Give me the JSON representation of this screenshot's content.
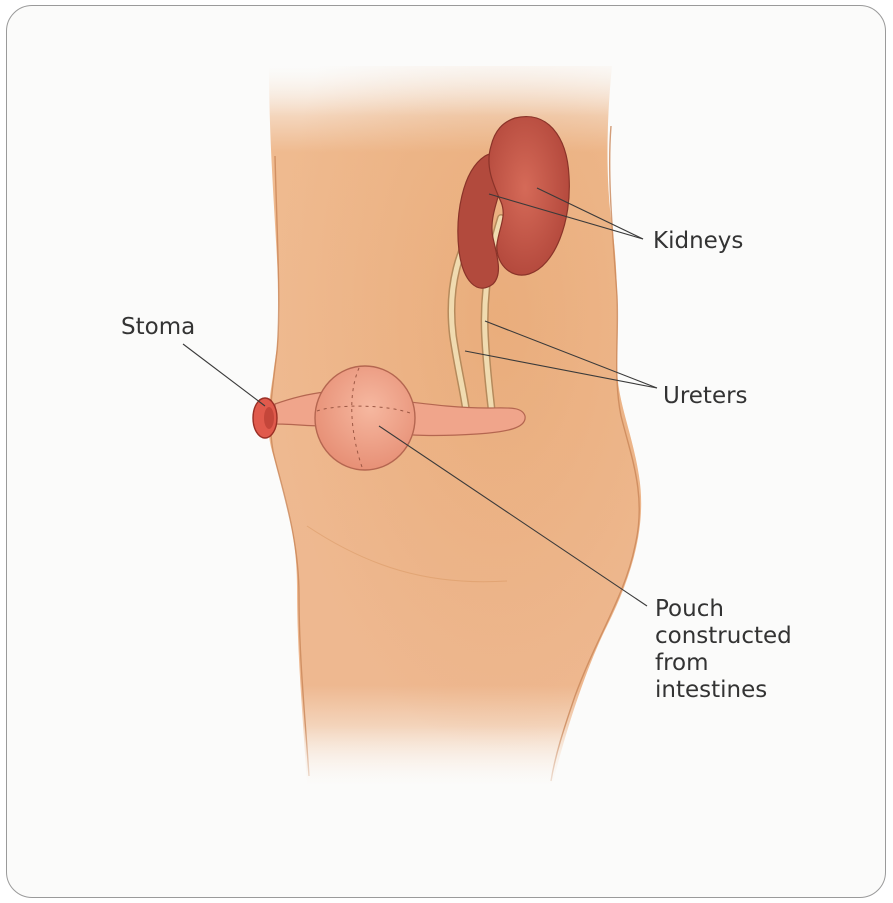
{
  "labels": {
    "kidneys": "Kidneys",
    "stoma": "Stoma",
    "ureters": "Ureters",
    "pouch": {
      "line1": "Pouch",
      "line2": "constructed",
      "line3": "from",
      "line4": "intestines"
    }
  },
  "colors": {
    "skin": "#efba8f",
    "skin_shadow": "#d9955f",
    "kidney": "#c9594a",
    "ureter": "#ecd5a6",
    "pouch": "#f1a58c",
    "stoma": "#e05a4c",
    "leader_line": "#3a3a3a"
  }
}
